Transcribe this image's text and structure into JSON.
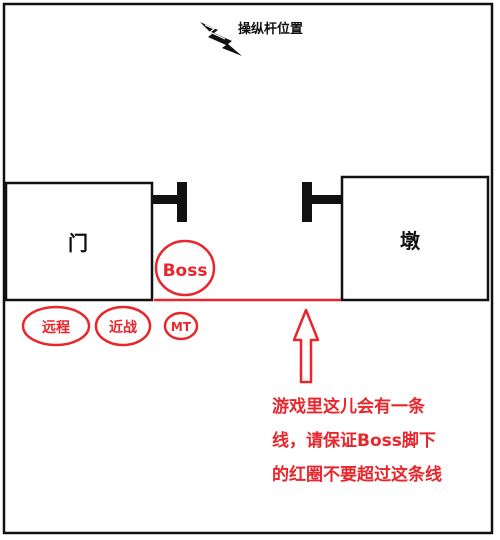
{
  "lever_label": "操纵杆位置",
  "door_label": "门",
  "pillar_label": "墩",
  "boss_label": "Boss",
  "mt_label": "MT",
  "ranged_label": "远程",
  "melee_label": "近战",
  "note_lines": [
    "游戏里这儿会有一条",
    "线，请保证Boss脚下",
    "的红圈不要超过这条线"
  ],
  "colors": {
    "red": "#e8262b",
    "black": "#111111"
  },
  "icons": [
    "lightning-icon",
    "arrow-up-icon"
  ]
}
